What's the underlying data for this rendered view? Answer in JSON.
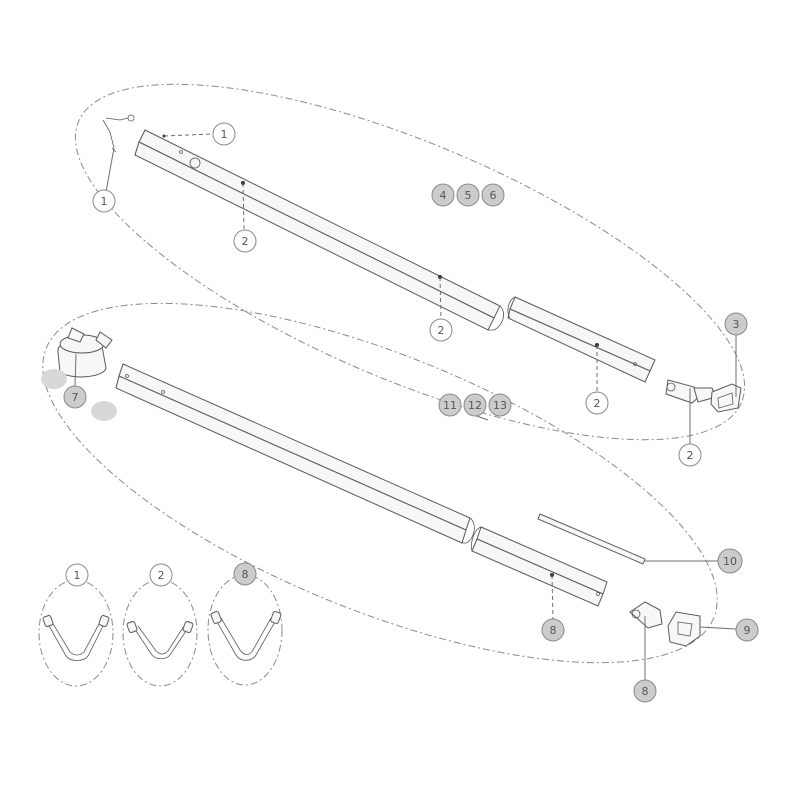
{
  "callouts": {
    "c1a": "1",
    "c1b": "1",
    "c2a": "2",
    "c2b": "2",
    "c2c": "2",
    "c2d": "2",
    "c3": "3",
    "c4": "4",
    "c5": "5",
    "c6": "6",
    "c7": "7",
    "c8a": "8",
    "c8b": "8",
    "c9": "9",
    "c10": "10",
    "c11": "11",
    "c12": "12",
    "c13": "13",
    "d1": "1",
    "d2": "2",
    "d8": "8"
  },
  "colors": {
    "callout_fill_plain": "#ffffff",
    "callout_fill_shaded": "#cccccc",
    "line": "#8a8a8a"
  }
}
